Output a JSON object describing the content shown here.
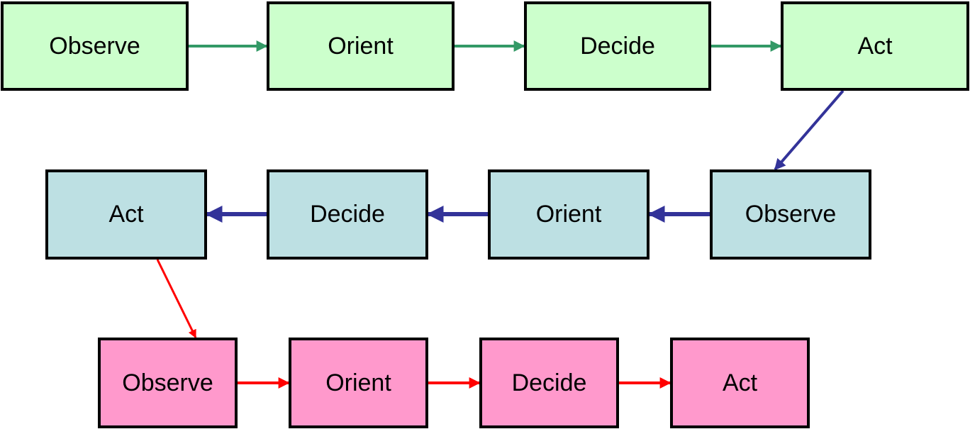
{
  "rows": [
    {
      "fill": "#ccffcc",
      "arrow_color": "#339966",
      "nodes": [
        "Observe",
        "Orient",
        "Decide",
        "Act"
      ]
    },
    {
      "fill": "#bde0e3",
      "arrow_color": "#333399",
      "nodes": [
        "Observe",
        "Orient",
        "Decide",
        "Act"
      ]
    },
    {
      "fill": "#ff99cc",
      "arrow_color": "#ff0000",
      "nodes": [
        "Observe",
        "Orient",
        "Decide",
        "Act"
      ]
    }
  ]
}
